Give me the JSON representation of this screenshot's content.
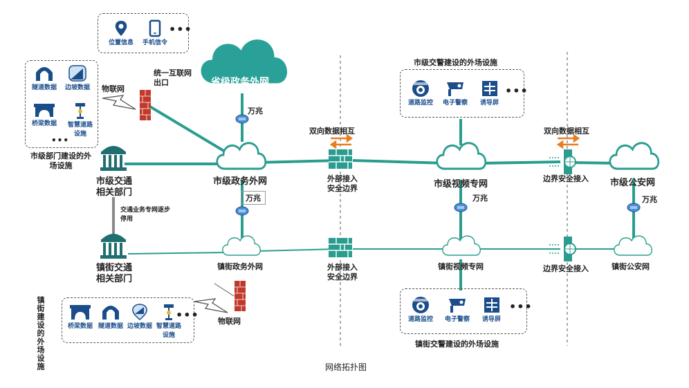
{
  "title": "网络拓扑图",
  "clouds": {
    "provincial": "省级政务外网",
    "city_gov": "市级政务外网",
    "city_video": "市级视频专网",
    "city_police": "市级公安网",
    "town_gov": "镇街政务外网",
    "town_video": "镇街视频专网",
    "town_police": "镇街公安网"
  },
  "bandwidth": {
    "prov_link": "万兆",
    "gov_link": "万兆",
    "video_link": "万兆",
    "police_link": "万兆"
  },
  "labels": {
    "iot_top": "物联网",
    "iot_bottom": "物联网",
    "internet_exit": "统一互联网出口",
    "city_dept_facilities": "市级部门建设的外场设施",
    "city_traffic_dept": "市级交通相关部门",
    "town_traffic_dept": "镇街交通相关部门",
    "traffic_private_net": "交通业务专网逐步停用",
    "town_facilities": "镇街建设的外场设施",
    "bidirectional_1": "双向数据相互",
    "bidirectional_2": "双向数据相互",
    "boundary_top": "外部接入安全边界",
    "boundary_bottom": "外部接入安全边界",
    "edge_access_top": "边界安全接入",
    "edge_access_bottom": "边界安全接入",
    "city_police_facilities": "市级交警建设的外场设施",
    "town_police_facilities": "镇街交警建设的外场设施"
  },
  "icons": {
    "top": [
      "位置信息",
      "手机信令"
    ],
    "city_left": [
      "隧道数据",
      "边坡数据",
      "桥梁数据",
      "智慧道路设施"
    ],
    "town_left": [
      "桥梁数据",
      "隧道数据",
      "边坡数据",
      "智慧道路设施"
    ],
    "police": [
      "道路监控",
      "电子警察",
      "诱导屏"
    ]
  },
  "more": "•••",
  "colors": {
    "link": "#2a9d8f",
    "cloud": "#2aa198",
    "firewall": "#c0392b",
    "icon": "#1a4d8a",
    "arrow": "#e67e22"
  }
}
